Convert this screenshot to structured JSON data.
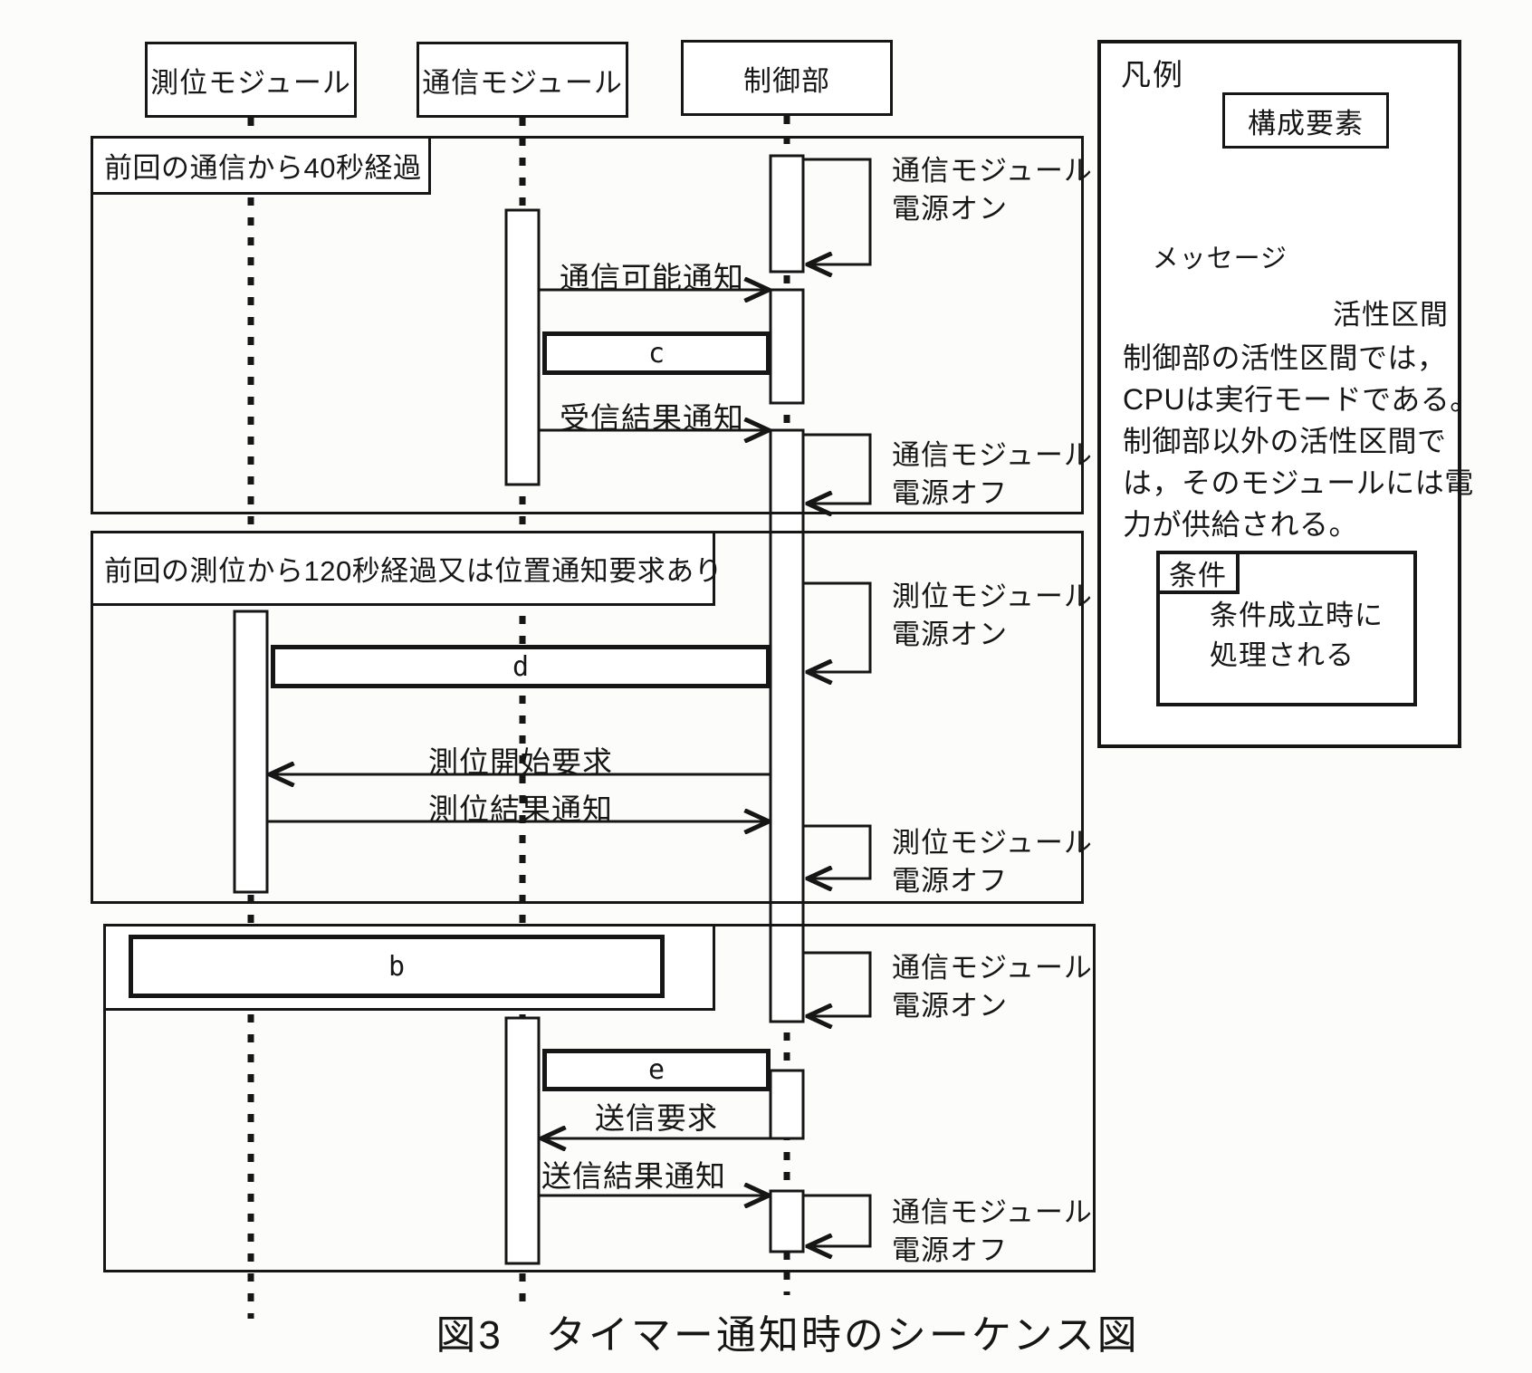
{
  "figure": {
    "caption": "図3　タイマー通知時のシーケンス図"
  },
  "lifelines": {
    "positioning": "測位モジュール",
    "comm": "通信モジュール",
    "control": "制御部"
  },
  "frames": {
    "f1": {
      "condition": "前回の通信から40秒経過"
    },
    "f2": {
      "condition": "前回の測位から120秒経過又は位置通知要求あり"
    }
  },
  "messages": {
    "comm_ready": "通信可能通知",
    "recv_result": "受信結果通知",
    "posn_start": "測位開始要求",
    "posn_result": "測位結果通知",
    "send_req": "送信要求",
    "send_result": "送信結果通知"
  },
  "placeholders": {
    "b": "b",
    "c": "c",
    "d": "d",
    "e": "e"
  },
  "power": {
    "comm_module": "通信モジュール",
    "posn_module": "測位モジュール",
    "on": "電源オン",
    "off": "電源オフ"
  },
  "legend": {
    "title": "凡例",
    "component": "構成要素",
    "message": "メッセージ",
    "activation": "活性区間",
    "note_lines": [
      "制御部の活性区間では，",
      "CPUは実行モードである。",
      "制御部以外の活性区間で",
      "は，そのモジュールには電",
      "力が供給される。"
    ],
    "condition": {
      "tab": "条件",
      "lines": [
        "条件成立時に",
        "処理される"
      ]
    }
  }
}
